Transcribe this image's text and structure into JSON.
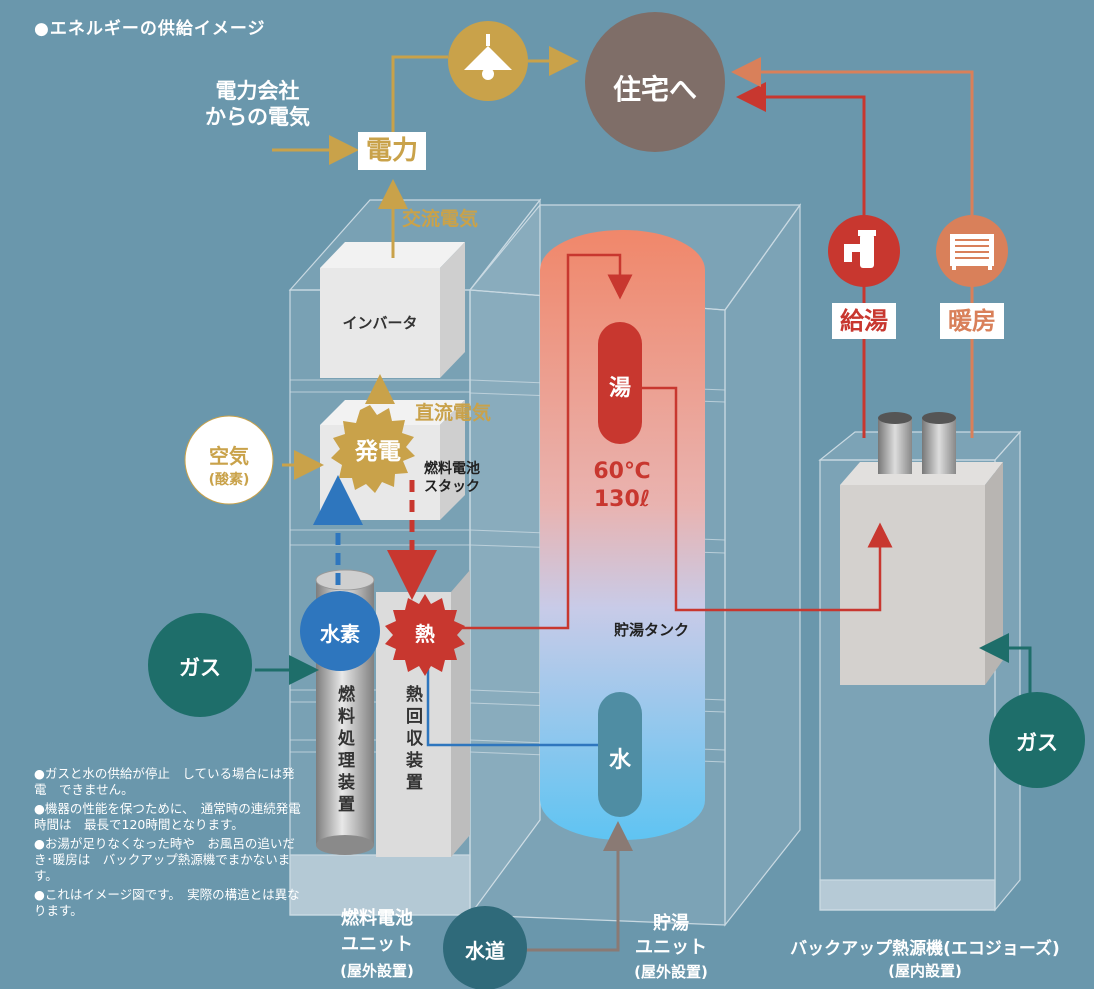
{
  "header": {
    "title": "●エネルギーの供給イメージ"
  },
  "power_source": {
    "line1": "電力会社",
    "line2": "からの電気"
  },
  "labels": {
    "denryoku": "電力",
    "koryu": "交流電気",
    "inverter": "インバータ",
    "chokuryu": "直流電気",
    "hatsuden": "発電",
    "stack_line1": "燃料電池",
    "stack_line2": "スタック",
    "air_line1": "空気",
    "air_line2": "(酸素)",
    "suiso": "水素",
    "netsu": "熱",
    "gas_left": "ガス",
    "gas_right": "ガス",
    "fuel_processor": "燃料処理装置",
    "heat_recovery": "熱回収装置",
    "hot_water": "湯",
    "temp": "60℃",
    "volume": "130ℓ",
    "tank": "貯湯タンク",
    "water": "水",
    "suido": "水道",
    "house": "住宅へ",
    "kyuto": "給湯",
    "danbo": "暖房"
  },
  "units": {
    "fuel_cell": {
      "line1": "燃料電池",
      "line2": "ユニット",
      "line3": "(屋外設置)"
    },
    "storage": {
      "line1": "貯湯",
      "line2": "ユニット",
      "line3": "(屋外設置)"
    },
    "backup": {
      "line1": "バックアップ熱源機(エコジョーズ)",
      "line2": "(屋内設置)"
    }
  },
  "notes": [
    "●ガスと水の供給が停止　している場合には発電　できません。",
    "●機器の性能を保つために、　通常時の連続発電時間は　最長で120時間となります。",
    "●お湯が足りなくなった時や　お風呂の追いだき･暖房は　バックアップ熱源機でまかないます。",
    "●これはイメージ図です。　実際の構造とは異なります。"
  ],
  "colors": {
    "background": "#6a97ac",
    "electric": "#c9a24a",
    "hot": "#c8372f",
    "cold": "#2e76be",
    "gas": "#1e6e6a",
    "house": "#7f6e68",
    "heating": "#d9805a"
  },
  "icons": {
    "lamp": "lamp-icon",
    "faucet": "faucet-icon",
    "radiator": "radiator-icon"
  }
}
